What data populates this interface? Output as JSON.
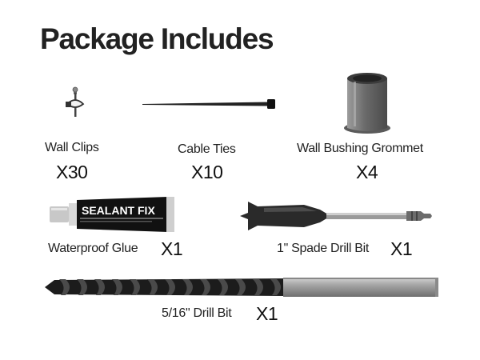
{
  "title": "Package Includes",
  "items": [
    {
      "label": "Wall Clips",
      "qty": "X30",
      "icon": "wall-clip-icon"
    },
    {
      "label": "Cable Ties",
      "qty": "X10",
      "icon": "cable-tie-icon"
    },
    {
      "label": "Wall Bushing Grommet",
      "qty": "X4",
      "icon": "grommet-icon"
    },
    {
      "label": "Waterproof Glue",
      "qty": "X1",
      "icon": "glue-tube-icon",
      "tube_text": "SEALANT FIX"
    },
    {
      "label": "1\" Spade Drill Bit",
      "qty": "X1",
      "icon": "spade-drill-bit-icon"
    },
    {
      "label": "5/16\" Drill Bit",
      "qty": "X1",
      "icon": "twist-drill-bit-icon"
    }
  ]
}
